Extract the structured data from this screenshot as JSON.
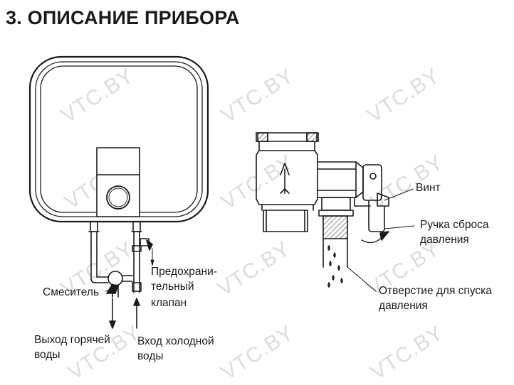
{
  "heading": "3. ОПИСАНИЕ ПРИБОРА",
  "labels": {
    "mixer": "Смеситель",
    "safety_valve_line1": "Предохрани-",
    "safety_valve_line2": "тельный",
    "safety_valve_line3": "клапан",
    "hot_out_line1": "Выход горячей",
    "hot_out_line2": "воды",
    "cold_in_line1": "Вход холодной",
    "cold_in_line2": "воды",
    "screw": "Винт",
    "handle_line1": "Ручка сброса",
    "handle_line2": "давления",
    "drain_line1": "Отверстие для спуска",
    "drain_line2": "давления"
  },
  "watermark": "VTC.BY",
  "colors": {
    "ink": "#1a1a1a",
    "watermark": "#dcdcdc"
  }
}
